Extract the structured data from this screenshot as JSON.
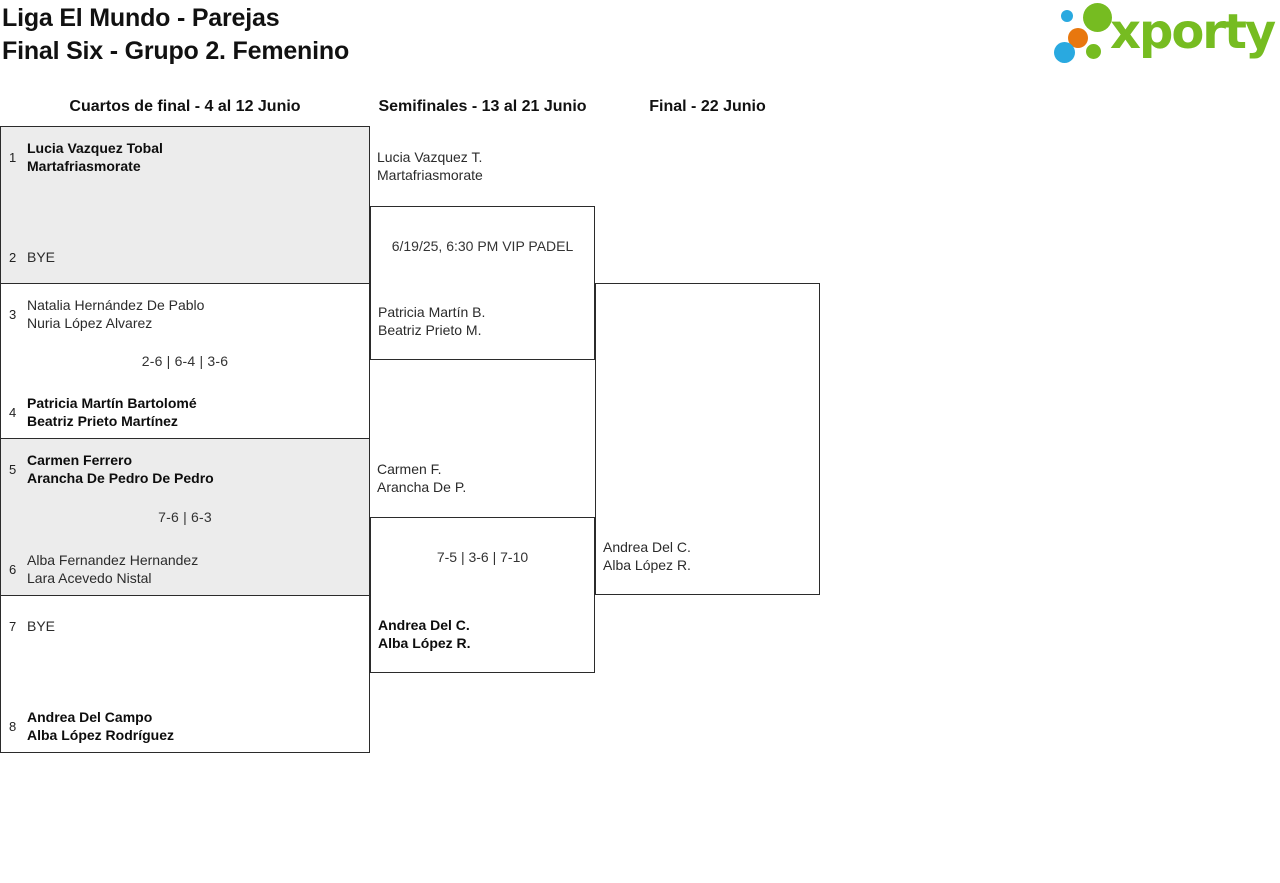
{
  "header": {
    "title_line1": "Liga El Mundo - Parejas",
    "title_line2": "Final Six - Grupo 2. Femenino",
    "logo_text": "xporty"
  },
  "brand_colors": {
    "green": "#76bc21",
    "blue": "#29a9e0",
    "orange": "#e8770e"
  },
  "round_headers": {
    "quarterfinals": "Cuartos de final - 4 al 12 Junio",
    "semifinals": "Semifinales - 13 al 21 Junio",
    "final": "Final - 22 Junio"
  },
  "quarterfinals": [
    {
      "seed_top": "1",
      "top_line1": "Lucia Vazquez Tobal",
      "top_line2": "Martafriasmorate",
      "top_winner": true,
      "score": "",
      "seed_bottom": "2",
      "bottom_line1": "BYE",
      "bottom_line2": "",
      "bottom_winner": false
    },
    {
      "seed_top": "3",
      "top_line1": "Natalia Hernández De Pablo",
      "top_line2": "Nuria López Alvarez",
      "top_winner": false,
      "score": "2-6 | 6-4 | 3-6",
      "seed_bottom": "4",
      "bottom_line1": "Patricia Martín Bartolomé",
      "bottom_line2": "Beatriz Prieto Martínez",
      "bottom_winner": true
    },
    {
      "seed_top": "5",
      "top_line1": "Carmen Ferrero",
      "top_line2": "Arancha De Pedro De Pedro",
      "top_winner": true,
      "score": "7-6 | 6-3",
      "seed_bottom": "6",
      "bottom_line1": "Alba Fernandez Hernandez",
      "bottom_line2": "Lara Acevedo Nistal",
      "bottom_winner": false
    },
    {
      "seed_top": "7",
      "top_line1": "BYE",
      "top_line2": "",
      "top_winner": false,
      "score": "",
      "seed_bottom": "8",
      "bottom_line1": "Andrea Del Campo",
      "bottom_line2": "Alba López Rodríguez",
      "bottom_winner": true
    }
  ],
  "semifinals": [
    {
      "top_line1": "Lucia Vazquez T.",
      "top_line2": "Martafriasmorate",
      "top_winner": false,
      "info": "6/19/25, 6:30 PM VIP PADEL",
      "bottom_line1": "Patricia Martín B.",
      "bottom_line2": "Beatriz Prieto M.",
      "bottom_winner": false
    },
    {
      "top_line1": "Carmen F.",
      "top_line2": "Arancha De P.",
      "top_winner": false,
      "info": "7-5 | 3-6 | 7-10",
      "bottom_line1": "Andrea Del C.",
      "bottom_line2": "Alba López R.",
      "bottom_winner": true
    }
  ],
  "final": {
    "bottom_line1": "Andrea Del C.",
    "bottom_line2": "Alba López R.",
    "bottom_winner": false
  }
}
